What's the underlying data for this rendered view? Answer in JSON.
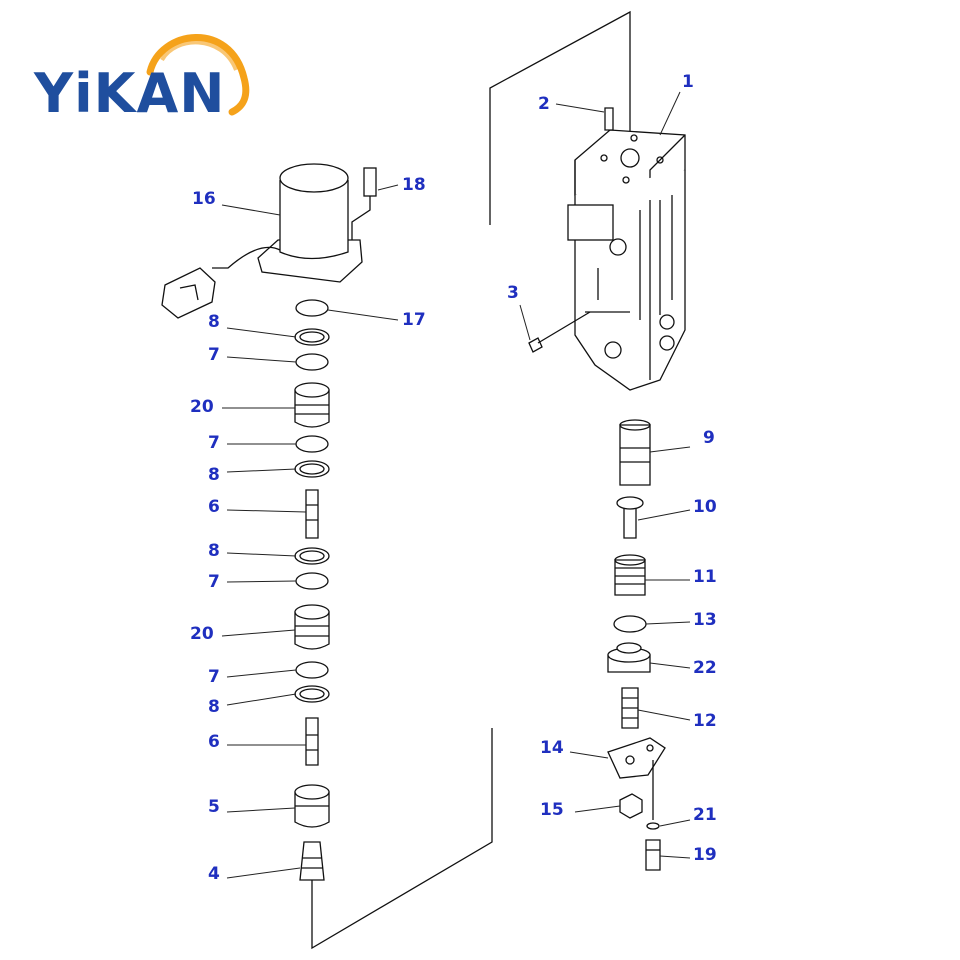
{
  "logo": {
    "text": "YiKAN",
    "arc_color": "#f5a21a",
    "text_color": "#1f4e9e"
  },
  "callout_color": "#1f2fbf",
  "parts": [
    {
      "id": "p1",
      "label": "1"
    },
    {
      "id": "p2",
      "label": "2"
    },
    {
      "id": "p3",
      "label": "3"
    },
    {
      "id": "p16",
      "label": "16"
    },
    {
      "id": "p18",
      "label": "18"
    },
    {
      "id": "p17",
      "label": "17"
    },
    {
      "id": "p8a",
      "label": "8"
    },
    {
      "id": "p7a",
      "label": "7"
    },
    {
      "id": "p20a",
      "label": "20"
    },
    {
      "id": "p7b",
      "label": "7"
    },
    {
      "id": "p8b",
      "label": "8"
    },
    {
      "id": "p6a",
      "label": "6"
    },
    {
      "id": "p8c",
      "label": "8"
    },
    {
      "id": "p7c",
      "label": "7"
    },
    {
      "id": "p20b",
      "label": "20"
    },
    {
      "id": "p7d",
      "label": "7"
    },
    {
      "id": "p8d",
      "label": "8"
    },
    {
      "id": "p6b",
      "label": "6"
    },
    {
      "id": "p5",
      "label": "5"
    },
    {
      "id": "p4",
      "label": "4"
    },
    {
      "id": "p9",
      "label": "9"
    },
    {
      "id": "p10",
      "label": "10"
    },
    {
      "id": "p11",
      "label": "11"
    },
    {
      "id": "p13",
      "label": "13"
    },
    {
      "id": "p22",
      "label": "22"
    },
    {
      "id": "p12",
      "label": "12"
    },
    {
      "id": "p14",
      "label": "14"
    },
    {
      "id": "p15",
      "label": "15"
    },
    {
      "id": "p21",
      "label": "21"
    },
    {
      "id": "p19",
      "label": "19"
    }
  ]
}
